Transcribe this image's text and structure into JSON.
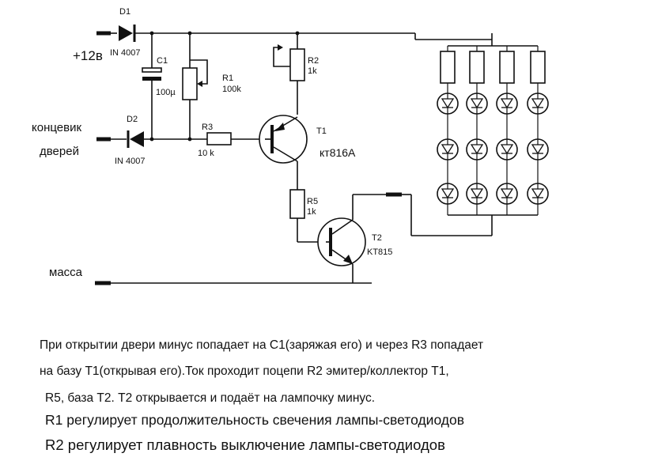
{
  "terminals": {
    "plus12": "+12в",
    "limit_switch_1": "концевик",
    "limit_switch_2": "дверей",
    "ground": "масса"
  },
  "components": {
    "d1": {
      "ref": "D1",
      "value": "IN 4007"
    },
    "d2": {
      "ref": "D2",
      "value": "IN 4007"
    },
    "c1": {
      "ref": "C1",
      "value": "100µ"
    },
    "r1": {
      "ref": "R1",
      "value": "100k"
    },
    "r2": {
      "ref": "R2",
      "value": "1k"
    },
    "r3": {
      "ref": "R3",
      "value": "10 k"
    },
    "r5": {
      "ref": "R5",
      "value": "1k"
    },
    "t1": {
      "ref": "T1",
      "value": "кт816А"
    },
    "t2": {
      "ref": "T2",
      "value": "KT815"
    }
  },
  "led_array": {
    "columns": 4,
    "rows": 3
  },
  "description": [
    "При открытии двери минус попадает на С1(заряжая его) и через R3 попадает",
    "на базу Т1(открывая его).Ток проходит поцепи R2 эмитер/коллектор Т1,",
    "R5, база Т2. Т2 открывается и подаёт на лампочку минус.",
    "R1 регулирует продолжительность   свечения лампы-светодиодов",
    "R2 регулирует плавность выключение лампы-светодиодов"
  ]
}
